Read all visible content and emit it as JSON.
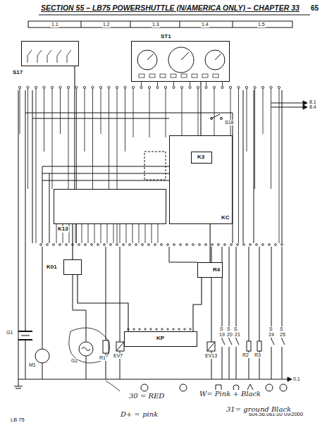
{
  "diagram": {
    "title": "SECTION 55 – LB75 POWERSHUTTLE (N/AMERICA ONLY) – CHAPTER 33",
    "nodes": [
      {
        "text": [
          "S17"
        ]
      },
      {
        "text": [
          "ST1"
        ]
      },
      {
        "text": [
          "KC"
        ]
      },
      {
        "text": [
          "K3"
        ],
        "in": 2
      },
      {
        "text": [
          "K13"
        ]
      },
      {
        "text": [
          "K01"
        ]
      },
      {
        "text": [
          "R4"
        ]
      },
      {
        "text": [
          "KP"
        ]
      }
    ],
    "edges": [
      {
        "from": 0,
        "to": 4,
        "arrow": "none"
      },
      {
        "from": 1,
        "to": 2,
        "arrow": "none"
      },
      {
        "from": 4,
        "to": 5,
        "arrow": "none"
      },
      {
        "from": 2,
        "to": 6,
        "arrow": "none"
      },
      {
        "from": 6,
        "to": 7,
        "arrow": "none"
      },
      {
        "from": 5,
        "to": 7,
        "arrow": "none"
      }
    ],
    "labels": [
      "65",
      "1.1",
      "1.2",
      "1.3",
      "1.4",
      "1.5",
      "S18",
      "8.1",
      "8.4",
      "G1",
      "M1",
      "G2",
      "R1",
      "EV7",
      "EV13",
      "S",
      "S",
      "S",
      "S",
      "S",
      "19",
      "20",
      "21",
      "24",
      "25",
      "R2",
      "R3",
      "0.1",
      "LB 75",
      "604.56.061.00 09/2000",
      "30 = RED",
      "D+ = pink",
      "W= Pink + Black",
      "31= ground Black"
    ]
  }
}
